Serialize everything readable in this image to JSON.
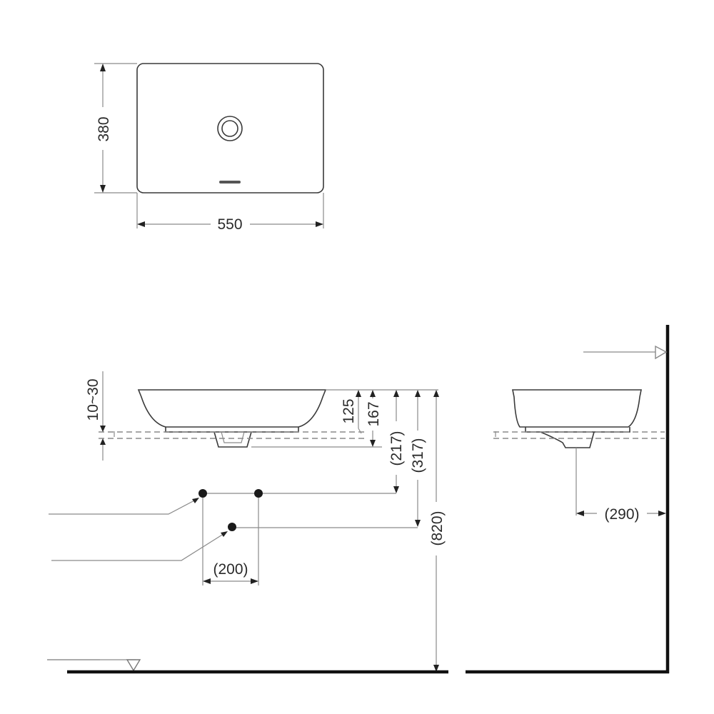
{
  "drawing": {
    "type": "technical-dimension-drawing",
    "subject": "countertop vessel washbasin",
    "units": "mm",
    "colors": {
      "line": "#3a3a3a",
      "thin_line": "#8a8a8a",
      "wall_floor": "#111111",
      "background": "#ffffff"
    }
  },
  "top_view": {
    "width_label": "550",
    "depth_label": "380",
    "features": [
      "drain-ring",
      "overflow-slot"
    ]
  },
  "front_view": {
    "counter_thickness_label": "10~30",
    "bowl_height_label": "125",
    "overall_height_label": "167",
    "supply_height_label": "(217)",
    "waste_height_label": "(317)",
    "floor_to_rim_label": "(820)",
    "supply_spacing_label": "(200)",
    "features": [
      "hot-supply-point",
      "cold-supply-point",
      "waste-outlet-point",
      "floor-level-marker"
    ]
  },
  "side_view": {
    "wall_distance_label": "(290)",
    "features": [
      "wall-level-marker",
      "wall",
      "floor"
    ]
  }
}
